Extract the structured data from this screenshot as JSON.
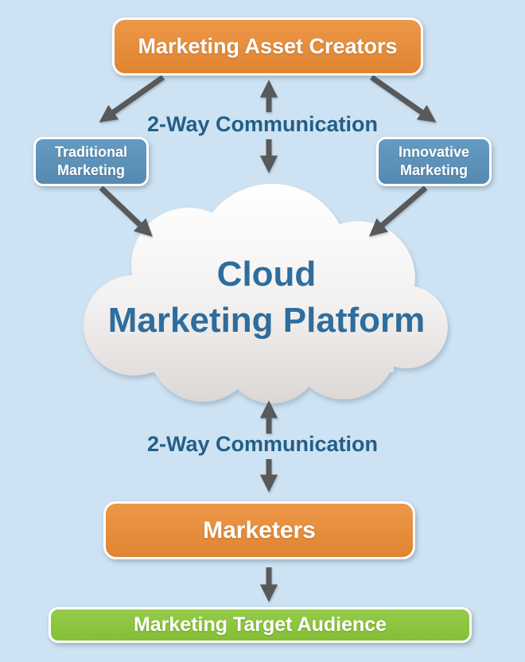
{
  "diagram_title": "Cloud Marketing Platform diagram",
  "colors": {
    "background": "#cde2f2",
    "orange_node": "#e58d3d",
    "blue_node": "#5d93ba",
    "green_node": "#8cc540",
    "arrow_gray": "#58595b",
    "communication_text": "#235e88",
    "cloud_text": "#2e6d9d",
    "cloud_fill_top": "#ffffff",
    "cloud_fill_bottom": "#dbd7d5"
  },
  "nodes": {
    "marketing_asset_creators": {
      "label": "Marketing Asset Creators"
    },
    "traditional_marketing": {
      "label_line1": "Traditional",
      "label_line2": "Marketing"
    },
    "innovative_marketing": {
      "label_line1": "Innovative",
      "label_line2": "Marketing"
    },
    "cloud_marketing_platform": {
      "label_line1": "Cloud",
      "label_line2": "Marketing Platform"
    },
    "marketers": {
      "label": "Marketers"
    },
    "marketing_target_audience": {
      "label": "Marketing Target Audience"
    }
  },
  "labels": {
    "two_way_communication_top": "2-Way Communication",
    "two_way_communication_bottom": "2-Way Communication"
  },
  "connections": [
    {
      "from": "marketing-asset-creators",
      "to": "cloud-marketing-platform",
      "type": "two-way",
      "label": "2-Way Communication"
    },
    {
      "from": "marketing-asset-creators",
      "to": "traditional-marketing",
      "type": "one-way"
    },
    {
      "from": "marketing-asset-creators",
      "to": "innovative-marketing",
      "type": "one-way"
    },
    {
      "from": "traditional-marketing",
      "to": "cloud-marketing-platform",
      "type": "one-way"
    },
    {
      "from": "innovative-marketing",
      "to": "cloud-marketing-platform",
      "type": "one-way"
    },
    {
      "from": "cloud-marketing-platform",
      "to": "marketers",
      "type": "two-way",
      "label": "2-Way Communication"
    },
    {
      "from": "marketers",
      "to": "marketing-target-audience",
      "type": "one-way"
    }
  ]
}
